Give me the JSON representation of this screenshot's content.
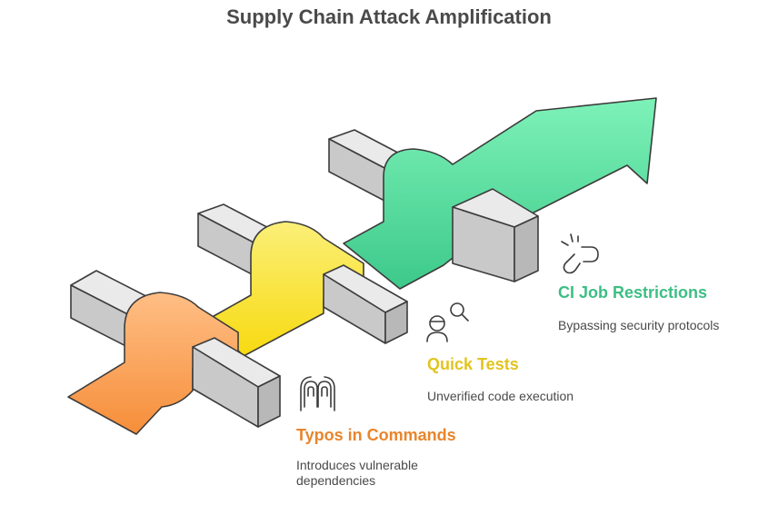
{
  "title": "Supply Chain Attack Amplification",
  "colors": {
    "orange": "#F0923F",
    "yellow": "#E9CC22",
    "green": "#3CC98A",
    "beam": "#D3D3D3",
    "stroke": "#3C3C3C"
  },
  "steps": [
    {
      "label": "Typos in Commands",
      "description": "Introduces vulnerable dependencies",
      "icon": "two-fingers-tapping-icon",
      "color": "#E8852C"
    },
    {
      "label": "Quick Tests",
      "description": "Unverified code execution",
      "icon": "person-with-magnifier-icon",
      "color": "#E2C41E"
    },
    {
      "label": "CI Job Restrictions",
      "description": "Bypassing security protocols",
      "icon": "broken-link-icon",
      "color": "#3DBE84"
    }
  ]
}
